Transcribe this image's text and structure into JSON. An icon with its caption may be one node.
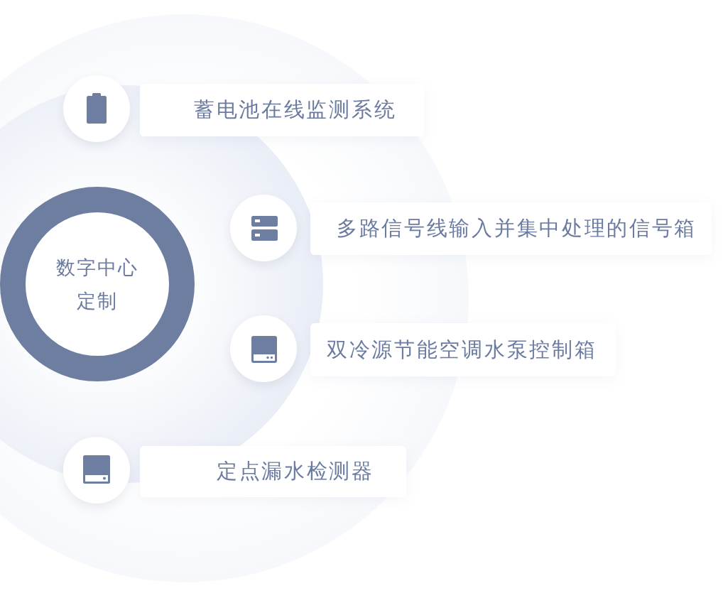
{
  "diagram": {
    "nodes": [
      {
        "text": [
          "数字中心定制"
        ]
      },
      {
        "text": [
          "蓄电池在线监测系统"
        ]
      },
      {
        "text": [
          "多路信号线输入并集中处理的信号箱"
        ]
      },
      {
        "text": [
          "双冷源节能空调水泵控制箱"
        ]
      },
      {
        "text": [
          "定点漏水检测器"
        ]
      }
    ]
  }
}
